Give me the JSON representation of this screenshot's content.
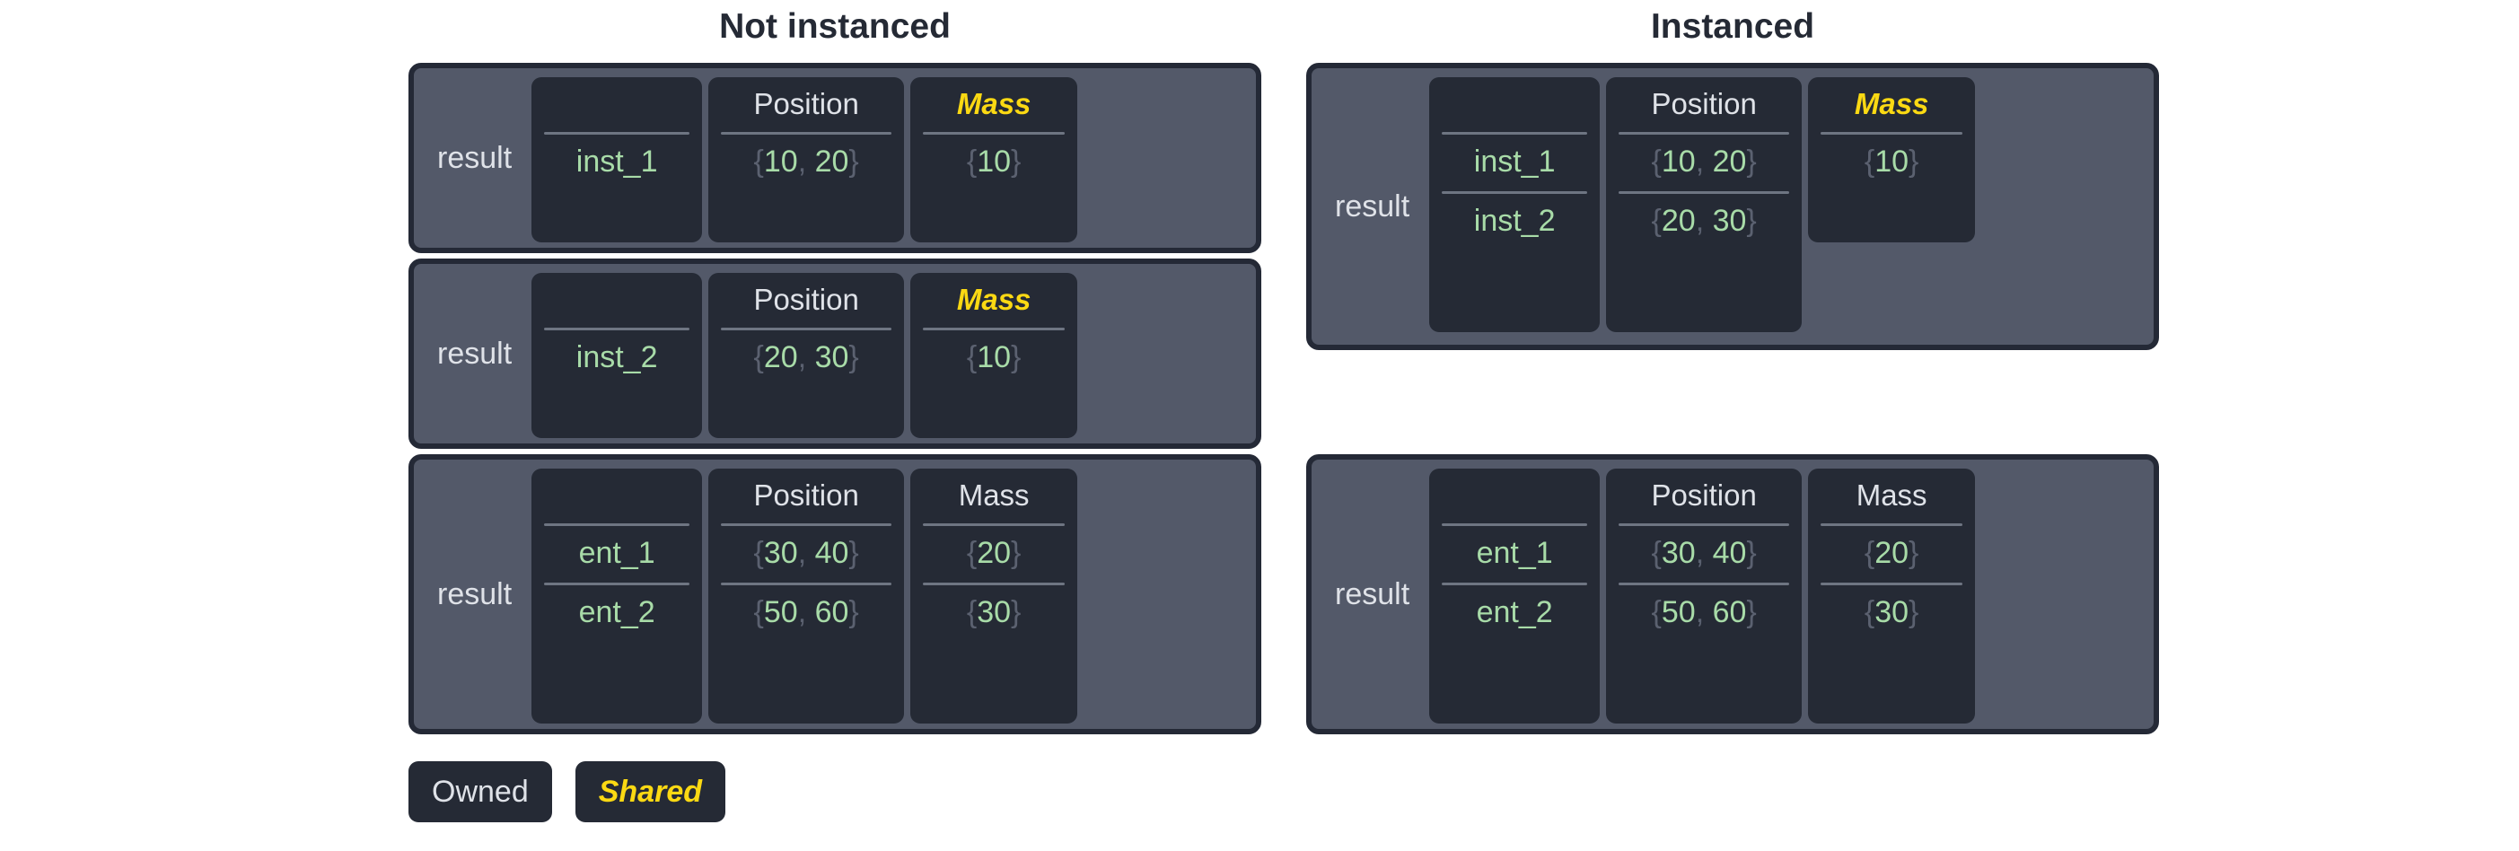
{
  "columns": {
    "left_title": "Not instanced",
    "right_title": "Instanced"
  },
  "labels": {
    "result": "result",
    "position_header": "Position",
    "mass_header": "Mass",
    "blank_header": ""
  },
  "legend": {
    "owned": "Owned",
    "shared": "Shared"
  },
  "colors": {
    "panel_bg": "#535969",
    "panel_border": "#242936",
    "cell_bg": "#252a35",
    "header_text": "#dfe2e8",
    "value_green": "#a8dba8",
    "brace_gray": "#5b6170",
    "shared_yellow": "#fbd913",
    "rule_gray": "#6e7582",
    "page_bg": "#ffffff"
  },
  "not_instanced": {
    "tables": [
      {
        "label": "result",
        "name_header": "",
        "position_header": "Position",
        "mass_header": "Mass",
        "mass_shared": true,
        "rows": [
          {
            "name": "inst_1",
            "position": "{10, 20}",
            "mass": "{10}"
          }
        ]
      },
      {
        "label": "result",
        "name_header": "",
        "position_header": "Position",
        "mass_header": "Mass",
        "mass_shared": true,
        "rows": [
          {
            "name": "inst_2",
            "position": "{20, 30}",
            "mass": "{10}"
          }
        ]
      },
      {
        "label": "result",
        "name_header": "",
        "position_header": "Position",
        "mass_header": "Mass",
        "mass_shared": false,
        "rows": [
          {
            "name": "ent_1",
            "position": "{30, 40}",
            "mass": "{20}"
          },
          {
            "name": "ent_2",
            "position": "{50, 60}",
            "mass": "{30}"
          }
        ]
      }
    ]
  },
  "instanced": {
    "tables": [
      {
        "label": "result",
        "name_header": "",
        "position_header": "Position",
        "mass_header": "Mass",
        "mass_shared": true,
        "mass_rowspan": 1,
        "rows": [
          {
            "name": "inst_1",
            "position": "{10, 20}",
            "mass": "{10}"
          },
          {
            "name": "inst_2",
            "position": "{20, 30}",
            "mass": null
          }
        ]
      },
      {
        "label": "result",
        "name_header": "",
        "position_header": "Position",
        "mass_header": "Mass",
        "mass_shared": false,
        "mass_rowspan": 2,
        "rows": [
          {
            "name": "ent_1",
            "position": "{30, 40}",
            "mass": "{20}"
          },
          {
            "name": "ent_2",
            "position": "{50, 60}",
            "mass": "{30}"
          }
        ]
      }
    ]
  }
}
